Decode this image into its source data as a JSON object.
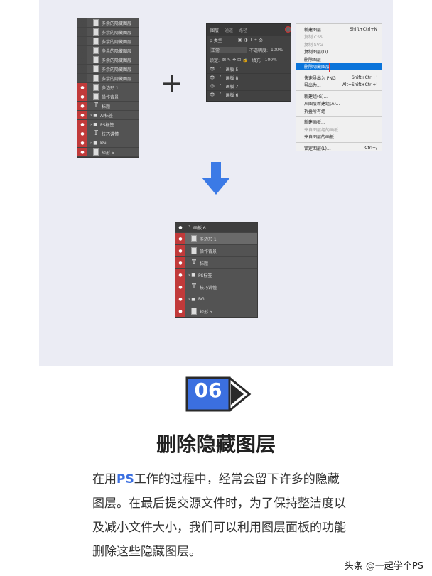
{
  "left_panel": {
    "layers": [
      {
        "name": "多余的隐藏图层",
        "visible": false,
        "kind": "image"
      },
      {
        "name": "多余的隐藏图层",
        "visible": false,
        "kind": "image"
      },
      {
        "name": "多余的隐藏图层",
        "visible": false,
        "kind": "image"
      },
      {
        "name": "多余的隐藏图层",
        "visible": false,
        "kind": "image"
      },
      {
        "name": "多余的隐藏图层",
        "visible": false,
        "kind": "image"
      },
      {
        "name": "多余的隐藏图层",
        "visible": false,
        "kind": "image"
      },
      {
        "name": "多余的隐藏图层",
        "visible": false,
        "kind": "image"
      },
      {
        "name": "多边形 1",
        "visible": true,
        "kind": "image"
      },
      {
        "name": "操作背景",
        "visible": true,
        "kind": "image"
      },
      {
        "name": "标题",
        "visible": true,
        "kind": "text"
      },
      {
        "name": "AI标签",
        "visible": true,
        "kind": "folder"
      },
      {
        "name": "PS标签",
        "visible": true,
        "kind": "folder"
      },
      {
        "name": "技巧讲懂",
        "visible": true,
        "kind": "text"
      },
      {
        "name": "BG",
        "visible": true,
        "kind": "folder"
      },
      {
        "name": "矩形 5",
        "visible": true,
        "kind": "image"
      }
    ]
  },
  "plus_sign": "+",
  "ps_panel": {
    "tabs": [
      "图层",
      "通道",
      "路径"
    ],
    "filter_label": "ρ 类型",
    "blend_mode": "正常",
    "opacity_label": "不透明度:",
    "opacity_value": "100%",
    "lock_label": "锁定:",
    "fill_label": "填充:",
    "fill_value": "100%",
    "artboards": [
      "画板 5",
      "画板 8",
      "画板 7",
      "画板 6"
    ]
  },
  "menu": {
    "items": [
      {
        "label": "新建图层...",
        "shortcut": "Shift+Ctrl+N",
        "state": "normal"
      },
      {
        "label": "复制 CSS",
        "shortcut": "",
        "state": "disabled"
      },
      {
        "label": "复制 SVG",
        "shortcut": "",
        "state": "disabled"
      },
      {
        "label": "复制图层(D)...",
        "shortcut": "",
        "state": "normal"
      },
      {
        "label": "删除图层",
        "shortcut": "",
        "state": "normal"
      },
      {
        "label": "删除隐藏图层",
        "shortcut": "",
        "state": "selected"
      },
      {
        "sep": true
      },
      {
        "label": "快速导出为 PNG",
        "shortcut": "Shift+Ctrl+'",
        "state": "normal"
      },
      {
        "label": "导出为...",
        "shortcut": "Alt+Shift+Ctrl+'",
        "state": "normal"
      },
      {
        "sep": true
      },
      {
        "label": "新建组(G)...",
        "shortcut": "",
        "state": "normal"
      },
      {
        "label": "从图层新建组(A)...",
        "shortcut": "",
        "state": "normal"
      },
      {
        "label": "折叠所有组",
        "shortcut": "",
        "state": "normal"
      },
      {
        "sep": true
      },
      {
        "label": "新建画板...",
        "shortcut": "",
        "state": "normal"
      },
      {
        "label": "来自图层组的画板...",
        "shortcut": "",
        "state": "disabled"
      },
      {
        "label": "来自图层的画板...",
        "shortcut": "",
        "state": "normal"
      },
      {
        "sep": true
      },
      {
        "label": "锁定图层(L)...",
        "shortcut": "Ctrl+/",
        "state": "normal"
      }
    ]
  },
  "result_panel": {
    "artboard": "画板 6",
    "layers": [
      {
        "name": "多边形 1",
        "kind": "image"
      },
      {
        "name": "操作背景",
        "kind": "image"
      },
      {
        "name": "标题",
        "kind": "text"
      },
      {
        "name": "PS标签",
        "kind": "folder"
      },
      {
        "name": "技巧讲懂",
        "kind": "text"
      },
      {
        "name": "BG",
        "kind": "folder"
      },
      {
        "name": "矩形 5",
        "kind": "image"
      }
    ]
  },
  "badge": {
    "number": "06",
    "color": "#3b6fe0"
  },
  "section": {
    "title": "删除隐藏图层",
    "para_pre": "在用",
    "para_highlight": "PS",
    "para_post": "工作的过程中，经常会留下许多的隐藏图层。在最后提交源文件时，为了保持整洁度以及减小文件大小，我们可以利用图层面板的功能删除这些隐藏图层。"
  },
  "watermark": "头条 @一起学个PS",
  "colors": {
    "accent": "#3b6fe0",
    "eye_visible": "#c13a3a",
    "menu_highlight": "#0a74da"
  }
}
